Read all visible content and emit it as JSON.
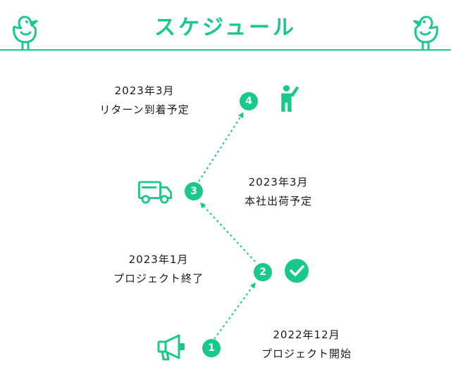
{
  "header": {
    "title": "スケジュール"
  },
  "steps": [
    {
      "number": "1",
      "date": "2022年12月",
      "event": "プロジェクト開始",
      "icon": "megaphone-icon"
    },
    {
      "number": "2",
      "date": "2023年1月",
      "event": "プロジェクト終了",
      "icon": "check-circle-icon"
    },
    {
      "number": "3",
      "date": "2023年3月",
      "event": "本社出荷予定",
      "icon": "truck-icon"
    },
    {
      "number": "4",
      "date": "2023年3月",
      "event": "リターン到着予定",
      "icon": "person-waving-icon"
    }
  ],
  "colors": {
    "accent": "#19c98a",
    "text": "#1a1a1a",
    "background": "#ffffff"
  }
}
